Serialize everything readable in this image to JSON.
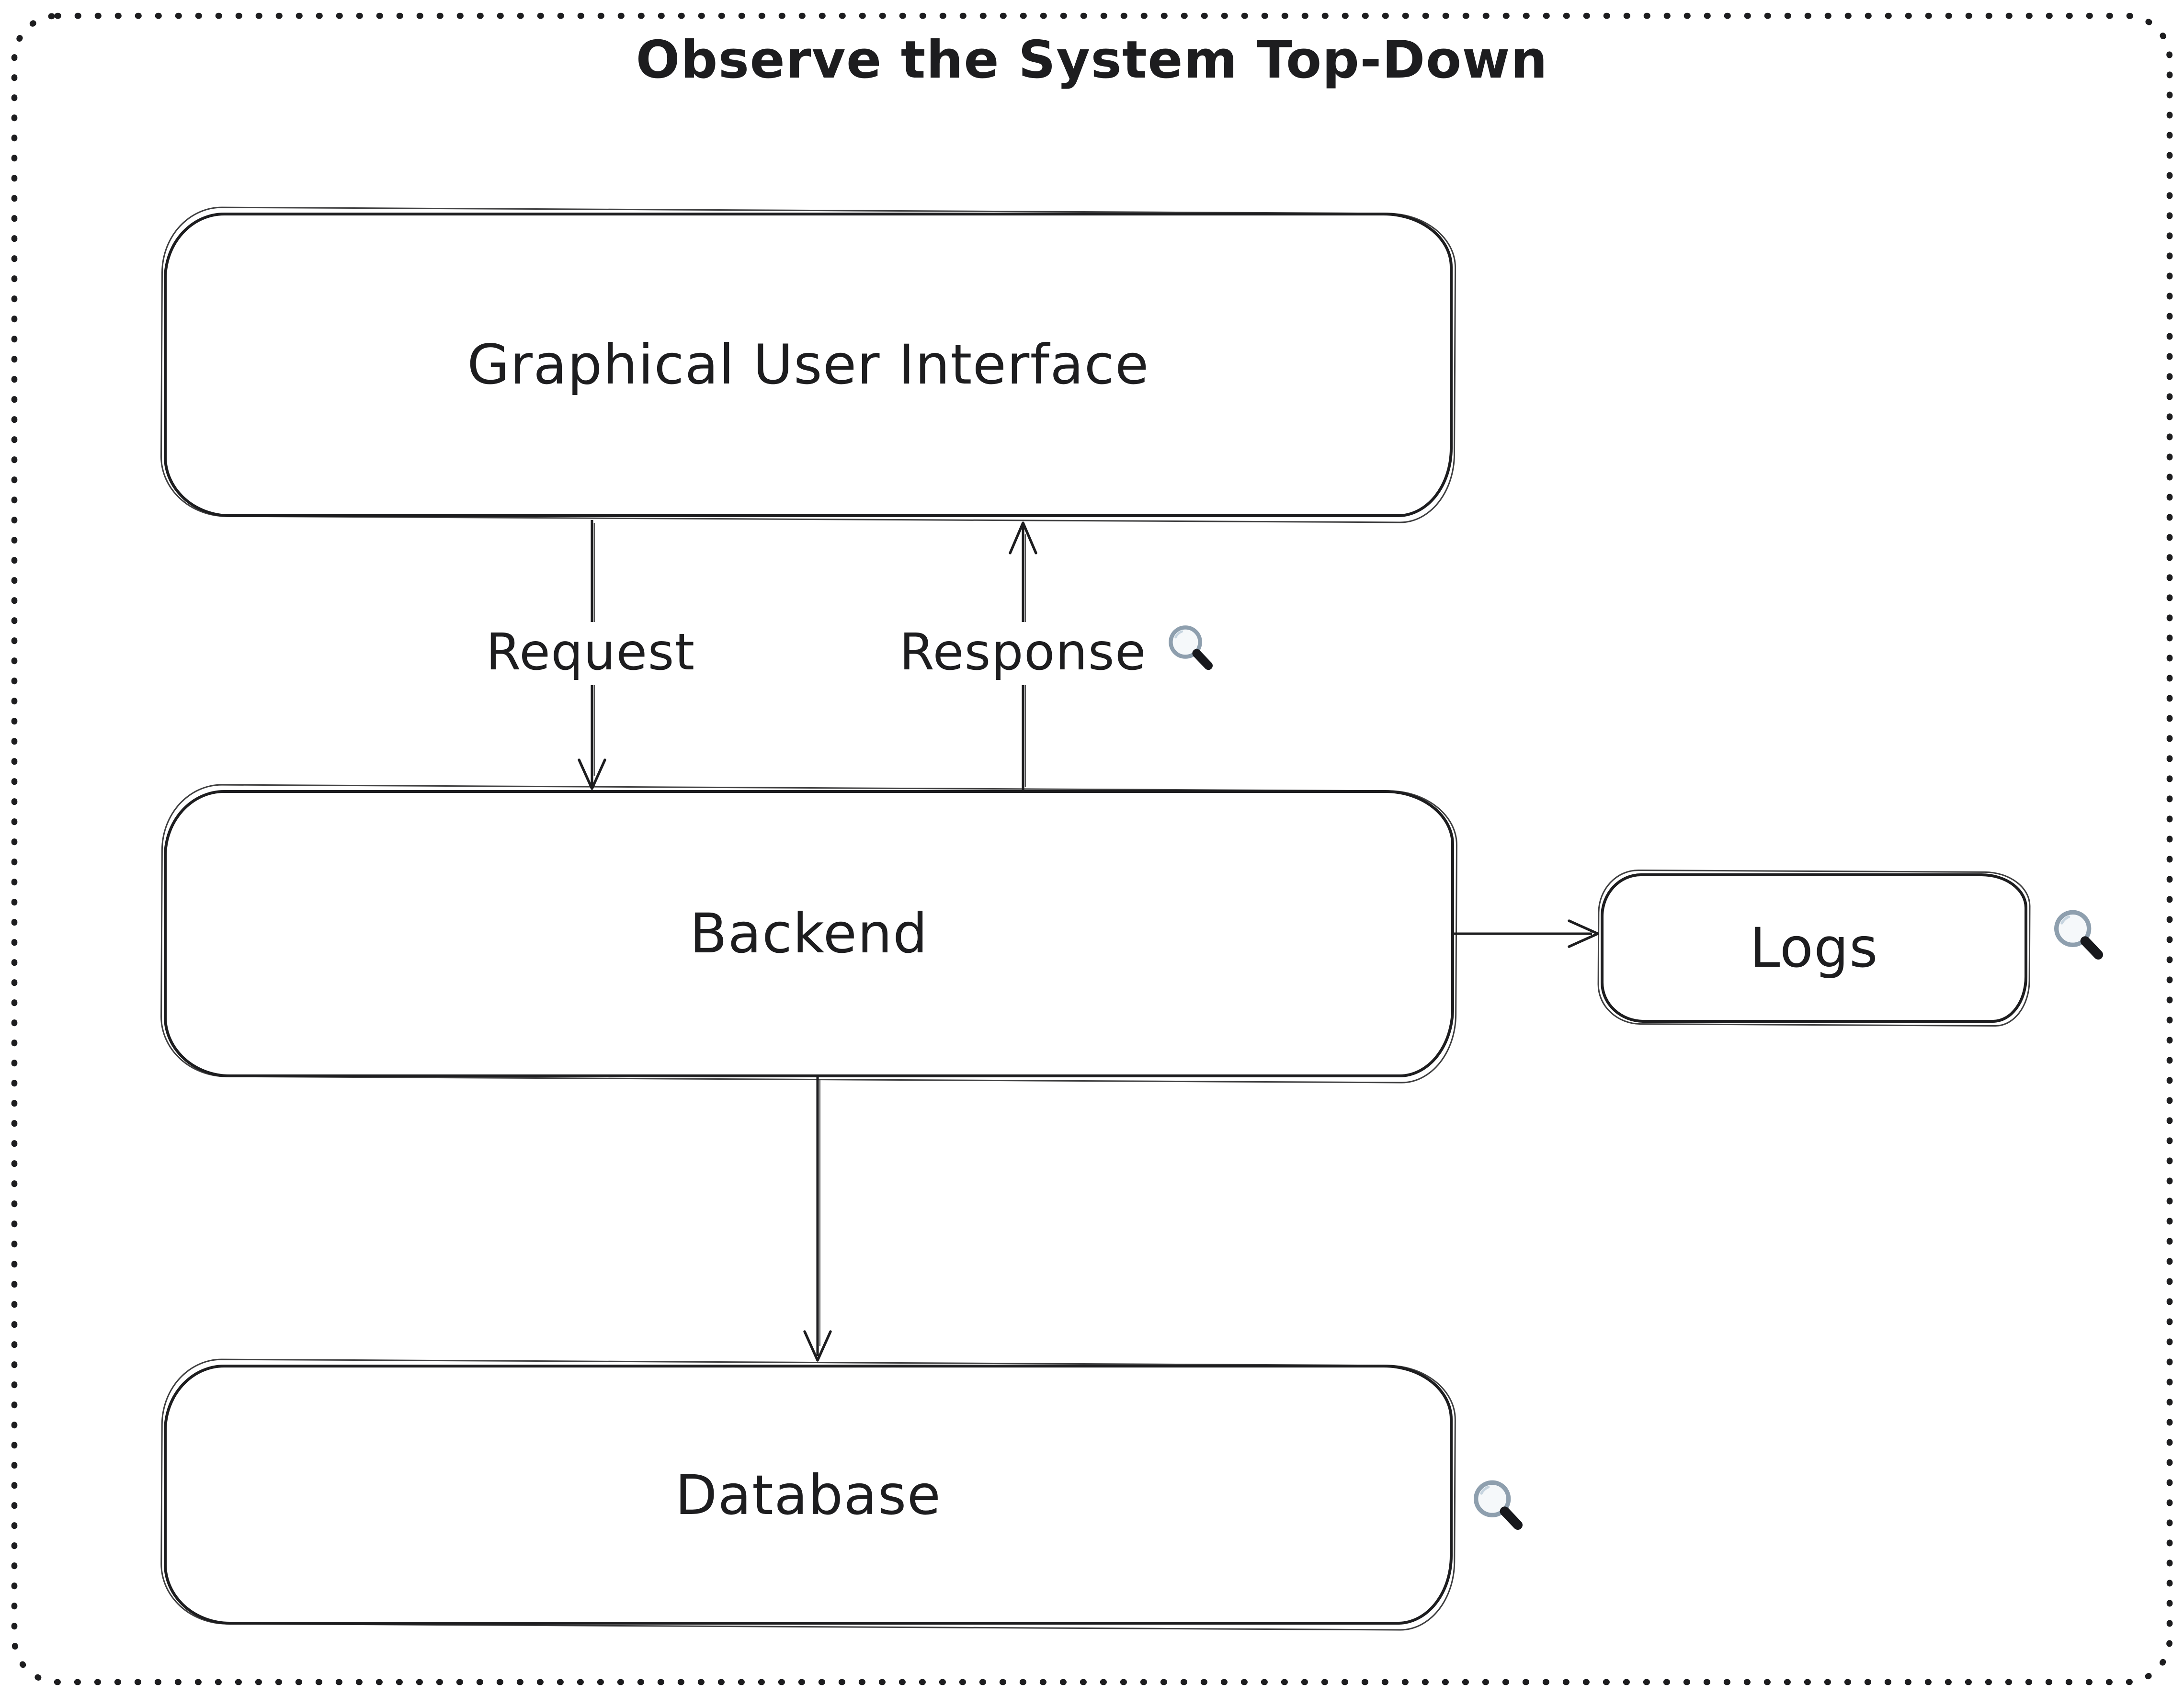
{
  "diagram": {
    "title": "Observe the System Top-Down",
    "nodes": [
      {
        "id": "gui",
        "label": "Graphical User Interface"
      },
      {
        "id": "backend",
        "label": "Backend"
      },
      {
        "id": "logs",
        "label": "Logs"
      },
      {
        "id": "database",
        "label": "Database"
      }
    ],
    "edges": [
      {
        "id": "request",
        "from": "gui",
        "to": "backend",
        "label": "Request"
      },
      {
        "id": "response",
        "from": "backend",
        "to": "gui",
        "label": "Response"
      },
      {
        "id": "backend-logs",
        "from": "backend",
        "to": "logs",
        "label": ""
      },
      {
        "id": "backend-database",
        "from": "backend",
        "to": "database",
        "label": ""
      }
    ],
    "icons": [
      {
        "name": "magnifier-icon",
        "location": "right of Response label"
      },
      {
        "name": "magnifier-icon",
        "location": "right of Logs node"
      },
      {
        "name": "magnifier-icon",
        "location": "right of Database node"
      }
    ],
    "colors": {
      "stroke": "#1d1d1f",
      "background": "#ffffff",
      "magnifier_lens": "#f5f8fa",
      "magnifier_rim": "#8e9fae",
      "magnifier_handle": "#17181c"
    }
  }
}
